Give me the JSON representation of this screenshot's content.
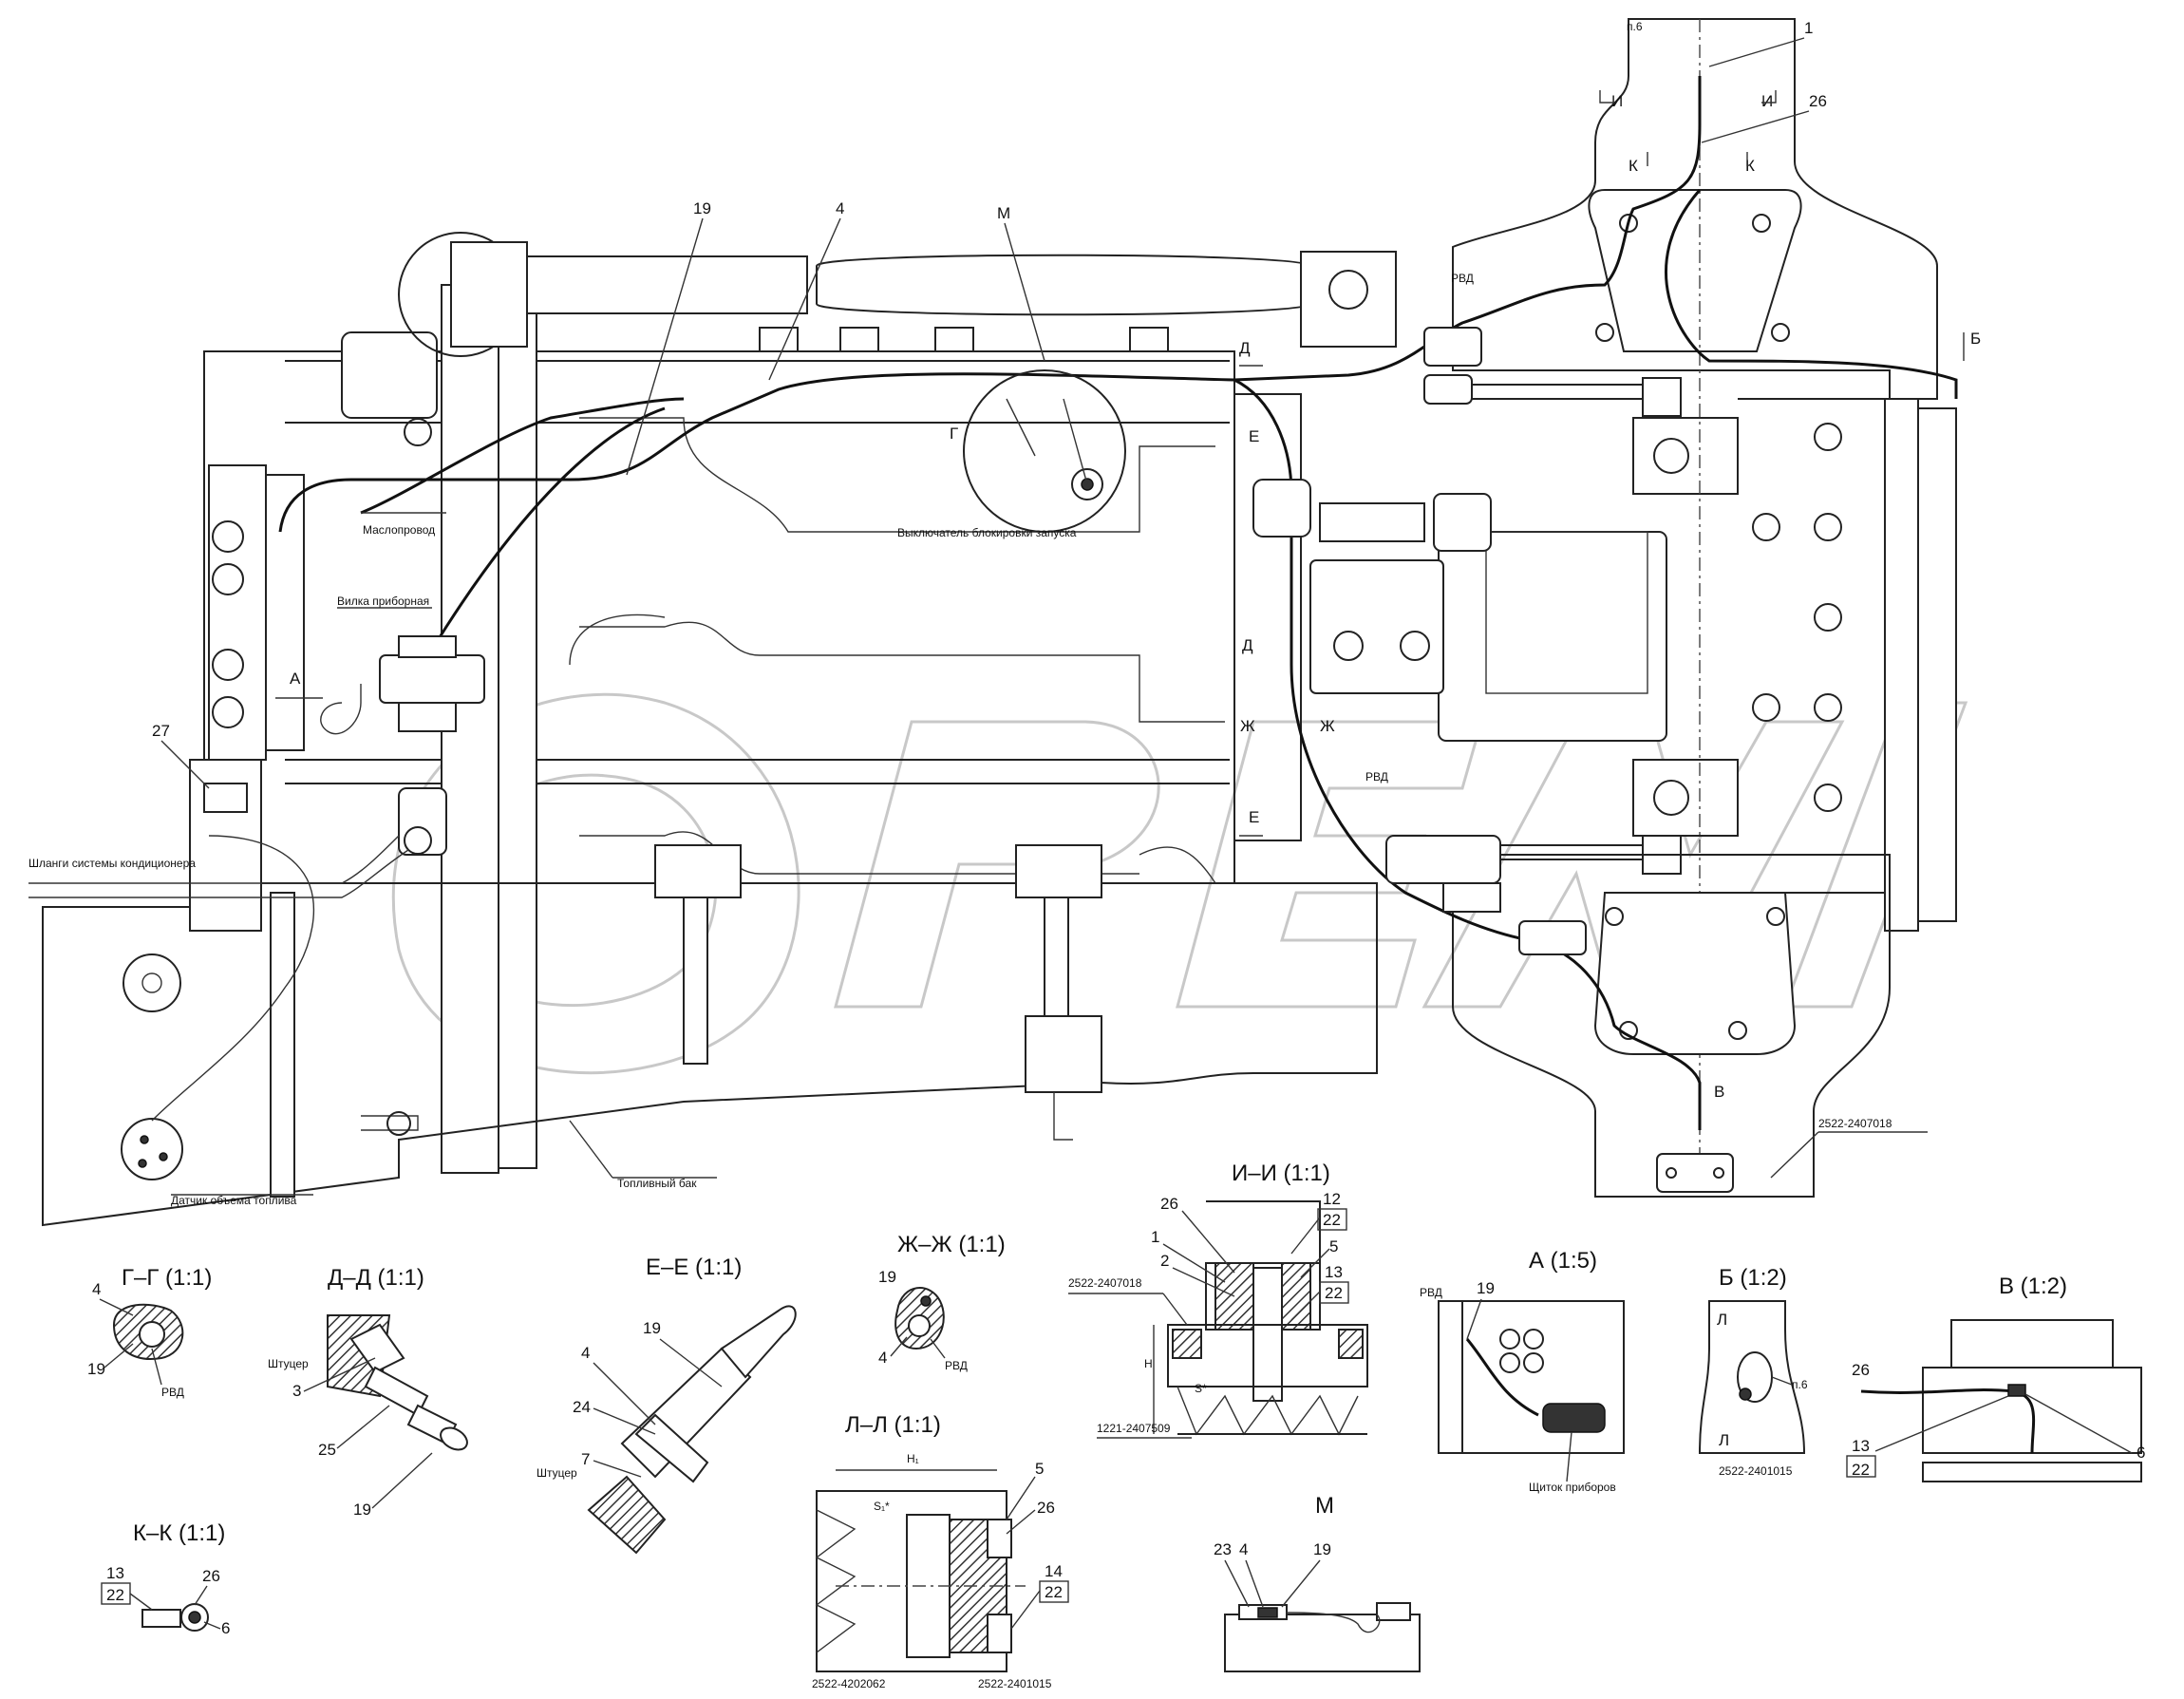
{
  "sections": {
    "g": "Г–Г (1:1)",
    "d": "Д–Д (1:1)",
    "e": "Е–Е (1:1)",
    "zh": "Ж–Ж (1:1)",
    "i": "И–И (1:1)",
    "a": "А (1:5)",
    "b": "Б (1:2)",
    "v": "В (1:2)",
    "l": "Л–Л (1:1)",
    "k": "К–К (1:1)",
    "m": "М"
  },
  "main_labels": {
    "maslo": "Маслопровод",
    "vilka": "Вилка приборная",
    "vykl": "Выключатель блокировки запуска",
    "shlangi": "Шланги системы кондиционера",
    "datchik": "Датчик объема топлива",
    "toplbak": "Топливный бак",
    "rvd": "РВД",
    "shtucer": "Штуцер",
    "shitok": "Щиток приборов",
    "p6": "п.6"
  },
  "part_numbers": {
    "p7018": "2522-2407018",
    "p1015": "2522-2401015",
    "p7509": "1221-2407509",
    "p2062": "2522-4202062"
  },
  "letters": {
    "A": "А",
    "B": "Б",
    "V": "В",
    "G": "Г",
    "D": "Д",
    "E": "Е",
    "ZH": "Ж",
    "I": "И",
    "K": "К",
    "L": "Л",
    "M": "М"
  },
  "dims": {
    "H": "H",
    "H1": "H₁",
    "S1": "S₁*",
    "S": "S*"
  },
  "callouts": {
    "n1": "1",
    "n2": "2",
    "n3": "3",
    "n4": "4",
    "n5": "5",
    "n6": "6",
    "n7": "7",
    "n12": "12",
    "n13": "13",
    "n14": "14",
    "n19": "19",
    "n22": "22",
    "n23": "23",
    "n24": "24",
    "n25": "25",
    "n26": "26",
    "n27": "27"
  }
}
